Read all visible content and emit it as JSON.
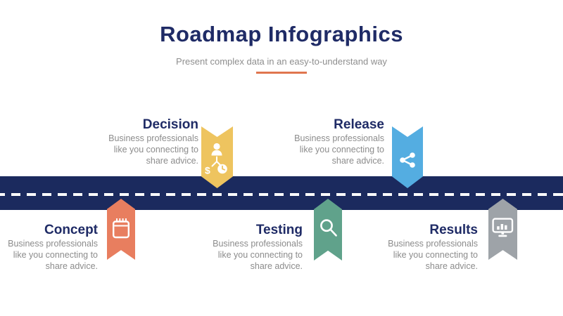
{
  "header": {
    "title": "Roadmap Infographics",
    "subtitle": "Present complex data in an easy-to-understand way"
  },
  "milestones": [
    {
      "label": "Concept",
      "side": "bottom",
      "color": "#e87e5f",
      "icon": "calendar-icon",
      "lines": [
        "Business professionals",
        "like you connecting to",
        "share advice."
      ]
    },
    {
      "label": "Decision",
      "side": "top",
      "color": "#eec45f",
      "icon": "person-money-time-decision-icon",
      "lines": [
        "Business professionals",
        "like you connecting to",
        "share advice."
      ]
    },
    {
      "label": "Testing",
      "side": "bottom",
      "color": "#60a28b",
      "icon": "magnifier-icon",
      "lines": [
        "Business professionals",
        "like you connecting to",
        "share advice."
      ]
    },
    {
      "label": "Release",
      "side": "top",
      "color": "#54ade1",
      "icon": "share-icon",
      "lines": [
        "Business professionals",
        "like you connecting to",
        "share advice."
      ]
    },
    {
      "label": "Results",
      "side": "bottom",
      "color": "#9ea3a8",
      "icon": "monitor-bar-chart-icon",
      "lines": [
        "Business professionals",
        "like you connecting to",
        "share advice."
      ]
    }
  ],
  "colors": {
    "road": "#1b2a5e",
    "heading": "#1f2b66",
    "body_text": "#8c8c8c",
    "accent_rule": "#e0764f"
  }
}
